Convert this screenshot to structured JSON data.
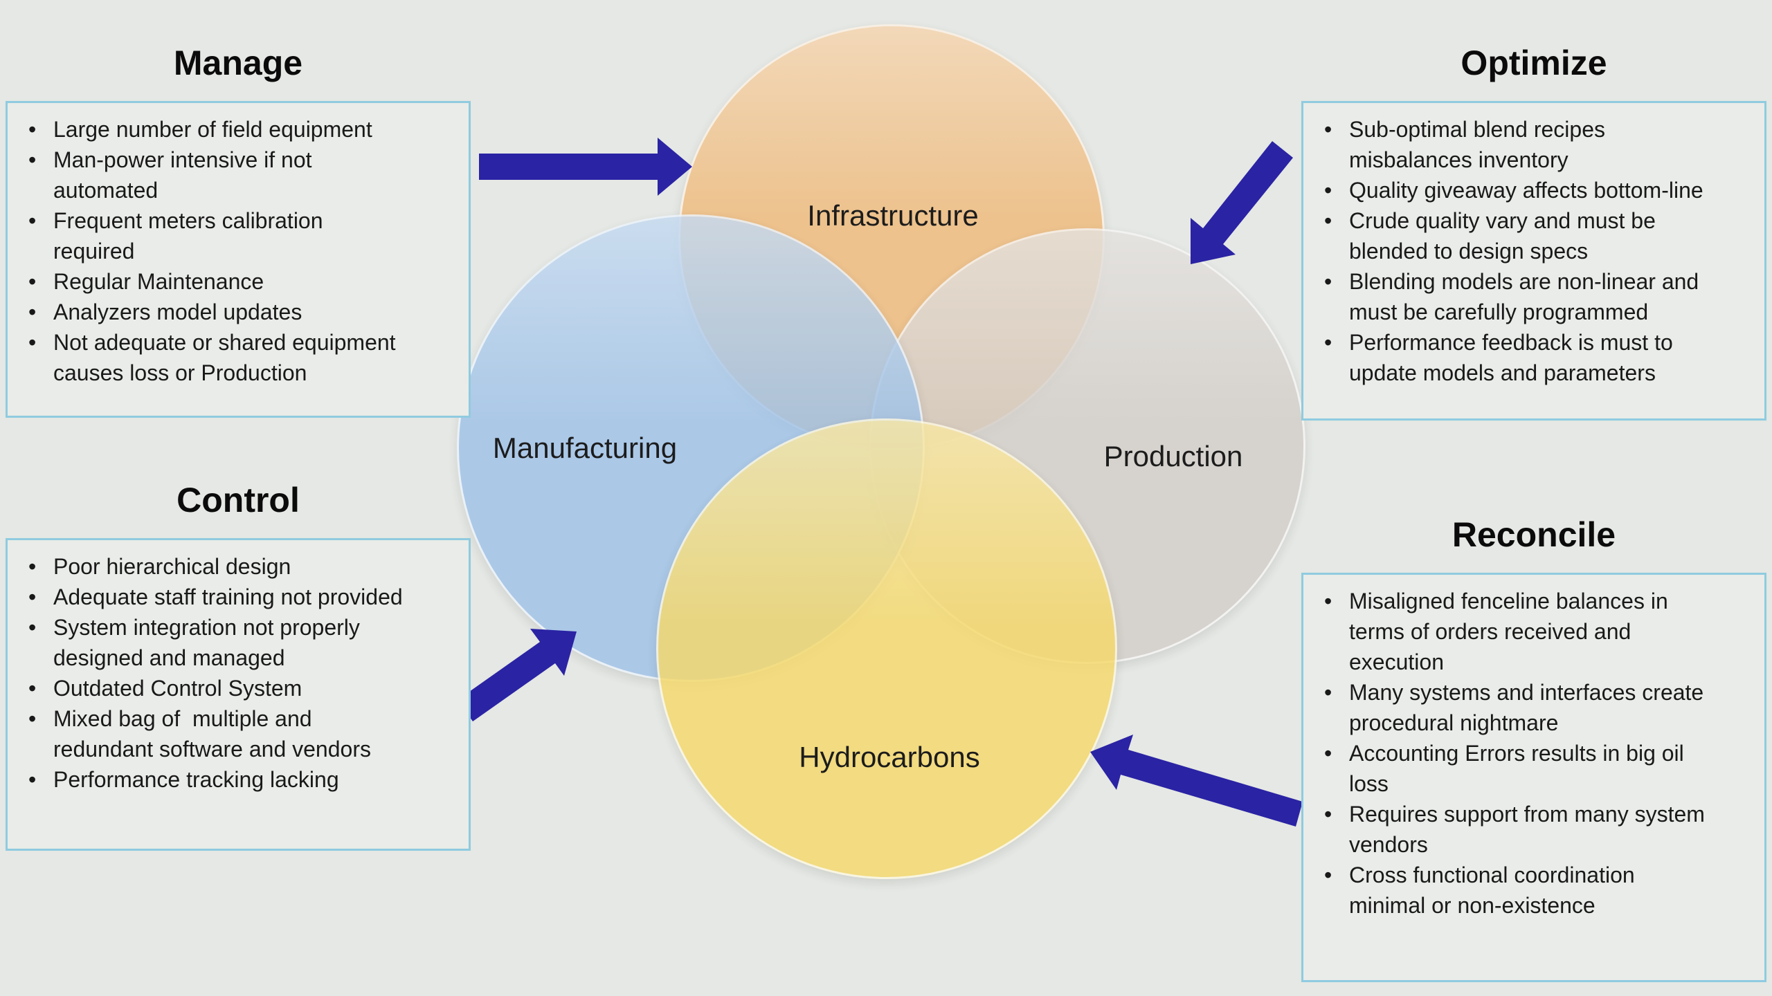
{
  "page": {
    "background_color": "#e5e8e4"
  },
  "diagram": {
    "arrow_color": "#2a23a4",
    "box_border_color": "#8fcbe0",
    "circles": [
      {
        "id": "infrastructure",
        "label": "Infrastructure",
        "color": "#efba7b"
      },
      {
        "id": "production",
        "label": "Production",
        "color": "#d3cec9"
      },
      {
        "id": "manufacturing",
        "label": "Manufacturing",
        "color": "#9fc2e8"
      },
      {
        "id": "hydrocarbons",
        "label": "Hydrocarbons",
        "color": "#f6d96b"
      }
    ],
    "arrows": [
      {
        "name": "manage-to-infrastructure"
      },
      {
        "name": "optimize-to-production"
      },
      {
        "name": "control-to-manufacturing"
      },
      {
        "name": "reconcile-to-hydrocarbons"
      }
    ]
  },
  "panels": {
    "manage": {
      "title": "Manage",
      "bullets": [
        "Large number of field equipment",
        "Man-power intensive if not\nautomated",
        "Frequent meters calibration\nrequired",
        "Regular Maintenance",
        "Analyzers model updates",
        "Not adequate or shared equipment\ncauses loss or Production"
      ]
    },
    "control": {
      "title": "Control",
      "bullets": [
        "Poor hierarchical design",
        "Adequate staff training not provided",
        "System integration not properly\ndesigned and managed",
        "Outdated Control System",
        "Mixed bag of  multiple and\nredundant software and vendors",
        "Performance tracking lacking"
      ]
    },
    "optimize": {
      "title": "Optimize",
      "bullets": [
        "Sub-optimal blend recipes\nmisbalances inventory",
        "Quality giveaway affects bottom-line",
        "Crude quality vary and must be\nblended to design specs",
        "Blending models are non-linear and\nmust be carefully programmed",
        "Performance feedback is must to\nupdate models and parameters"
      ]
    },
    "reconcile": {
      "title": "Reconcile",
      "bullets": [
        "Misaligned fenceline balances in\nterms of orders received and\nexecution",
        "Many systems and interfaces create\nprocedural nightmare",
        "Accounting Errors results in big oil\nloss",
        "Requires support from many system\nvendors",
        "Cross functional coordination\nminimal or non-existence"
      ]
    }
  }
}
